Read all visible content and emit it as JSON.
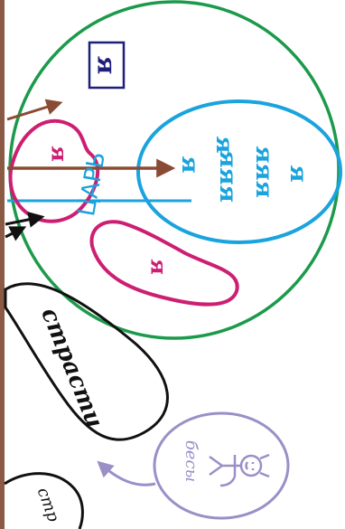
{
  "labels": {
    "framed_letter": "я",
    "blue_letter": "я",
    "blue_column_1": "я",
    "blue_column_2": "яяя",
    "blue_column_3": "яяя",
    "blue_column_4": "я",
    "pink_top_letter": "я",
    "pink_bottom_letter": "я",
    "tsar": "ЦАРЬ",
    "passions": "страсти",
    "passions_small": "стр",
    "demons": "бесы"
  },
  "colors": {
    "green_circle": "#1c9a4b",
    "blue_ellipse": "#1aa3dd",
    "pink_shapes": "#cc1f72",
    "brown_arrows": "#8a4b34",
    "black_outline": "#111111",
    "lavender": "#9b8fc7",
    "navy_box": "#1f1f7a",
    "left_bar": "#8a5a44"
  },
  "icons": {
    "demon": "demon-figure-icon",
    "arrows": "arrow-icon"
  }
}
